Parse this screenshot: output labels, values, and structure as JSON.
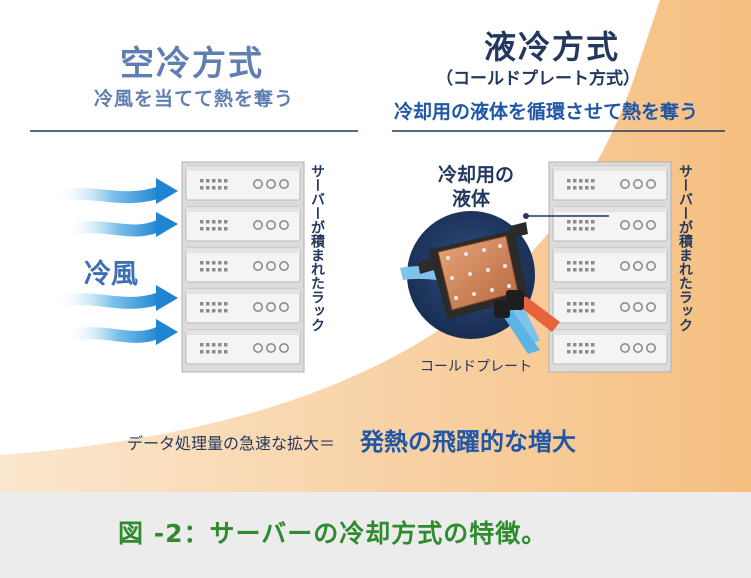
{
  "left_panel": {
    "title": "空冷方式",
    "subtitle": "冷風を当てて熱を奪う",
    "wind_label": "冷風",
    "rack_label": "サーバーが積まれたラック"
  },
  "right_panel": {
    "title": "液冷方式",
    "title_note": "（コールドプレート方式）",
    "subtitle": "冷却用の液体を循環させて熱を奪う",
    "coolant_label_line1": "冷却用の",
    "coolant_label_line2": "液体",
    "plate_label": "コールドプレート",
    "rack_label": "サーバーが積まれたラック"
  },
  "bottom_statement": {
    "lead": "データ処理量の急速な拡大＝",
    "emphasis": "発熱の飛躍的な増大"
  },
  "caption": "図 -2：サーバーの冷却方式の特徴。",
  "colors": {
    "title_blue": "#5f7fb3",
    "dark_navy": "#23385f",
    "accent_blue": "#1f56a6",
    "caption_green": "#2e8b2e",
    "orange": "#f6c48a",
    "arrow_blue": "#2a8fd6"
  },
  "icons": {
    "airflow": "wind-arrow-icon",
    "server": "server-unit-icon",
    "cold_plate": "cold-plate-icon"
  }
}
